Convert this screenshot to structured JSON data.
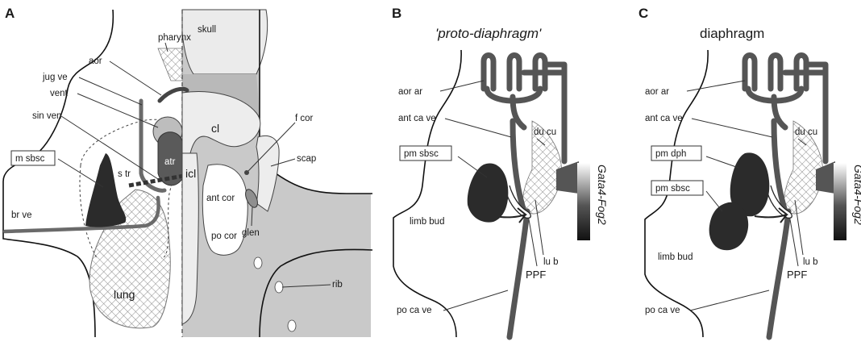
{
  "panels": {
    "a": {
      "letter": "A",
      "labels": {
        "pharynx": "pharynx",
        "skull": "skull",
        "aor": "aor",
        "jug_ve": "jug ve",
        "vent": "vent",
        "sin_ven": "sin ven",
        "m_sbsc": "m sbsc",
        "s_tr": "s tr",
        "br_ve": "br ve",
        "lung": "lung",
        "atr": "atr",
        "cl": "cl",
        "icl": "icl",
        "f_cor": "f cor",
        "scap": "scap",
        "ant_cor": "ant cor",
        "po_cor": "po cor",
        "glen": "glen",
        "rib": "rib"
      }
    },
    "b": {
      "letter": "B",
      "title": "'proto-diaphragm'",
      "labels": {
        "aor_ar": "aor ar",
        "ant_ca_ve": "ant ca ve",
        "du_cu": "du cu",
        "pm_sbsc": "pm sbsc",
        "gata4": "Gata4-Fog2",
        "limb_bud": "limb bud",
        "lu_b": "lu b",
        "ppf": "PPF",
        "po_ca_ve": "po ca ve"
      }
    },
    "c": {
      "letter": "C",
      "title": "diaphragm",
      "labels": {
        "aor_ar": "aor ar",
        "ant_ca_ve": "ant ca ve",
        "du_cu": "du cu",
        "pm_dph": "pm dph",
        "pm_sbsc": "pm sbsc",
        "gata4": "Gata4-Fog2",
        "limb_bud": "limb bud",
        "lu_b": "lu b",
        "ppf": "PPF",
        "po_ca_ve": "po ca ve"
      }
    }
  },
  "colors": {
    "bone_light": "#e8e8e8",
    "body_gray": "#c8c8c8",
    "dark_muscle": "#2b2b2b",
    "vessel": "#5a5a5a",
    "atrium": "#555555"
  }
}
